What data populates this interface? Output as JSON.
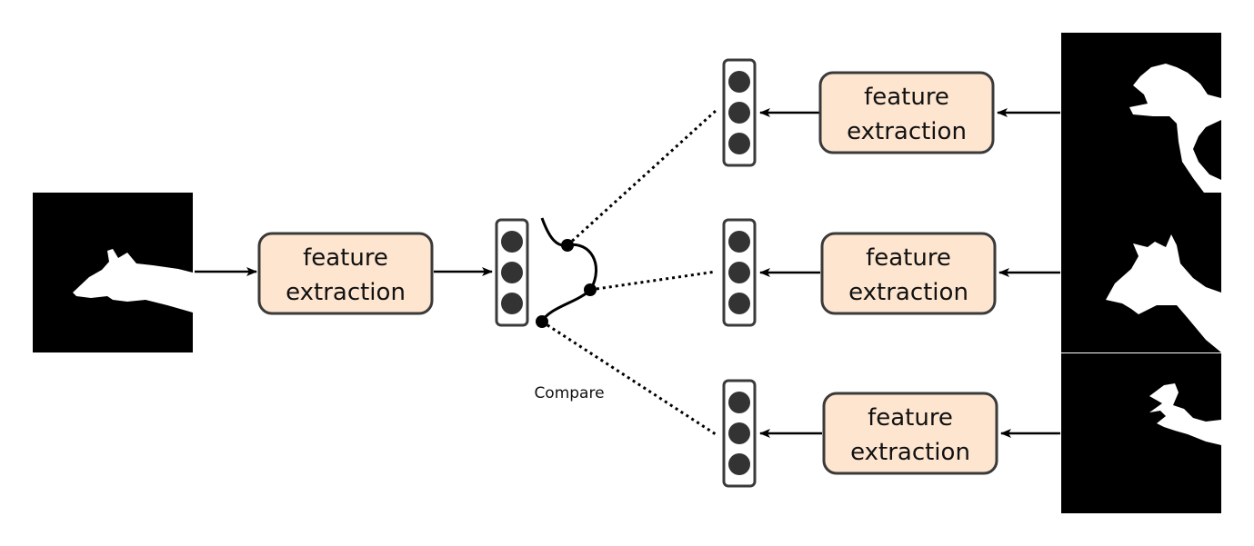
{
  "diagram": {
    "feature_box": {
      "line1": "feature",
      "line2": "extraction",
      "fill": "#fde5d0",
      "stroke": "#3a3a3a"
    },
    "compare_label": "Compare",
    "vector_dot_color": "#333333",
    "images": [
      {
        "name": "query-hand-shadow-image",
        "subject": "dog head hand shadow"
      },
      {
        "name": "gallery-hand-shadow-image-1",
        "subject": "hand shadow"
      },
      {
        "name": "gallery-hand-shadow-image-2",
        "subject": "dog hand shadow"
      },
      {
        "name": "gallery-hand-shadow-image-3",
        "subject": "claw hand shadow"
      }
    ]
  }
}
